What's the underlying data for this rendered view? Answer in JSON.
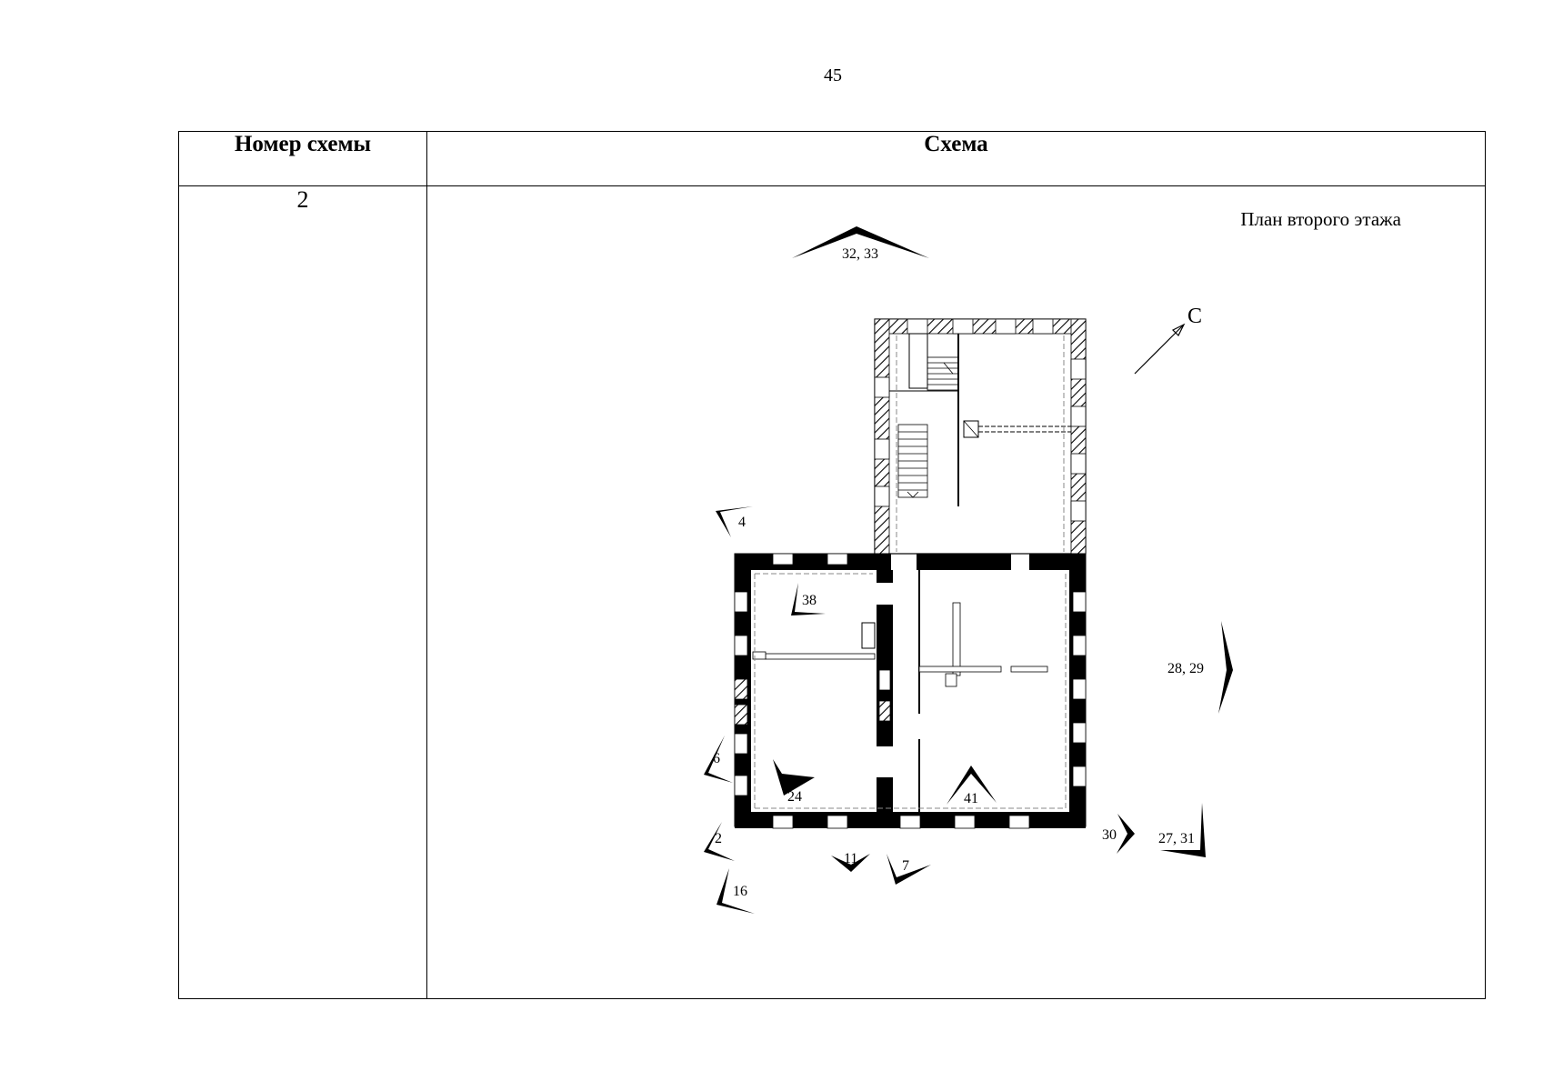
{
  "page_number": "45",
  "table": {
    "col_number_header": "Номер схемы",
    "col_scheme_header": "Схема",
    "scheme_number": "2",
    "plan_title": "План второго этажа",
    "north_label": "С",
    "view_markers": [
      "32, 33",
      "4",
      "38",
      "28, 29",
      "6",
      "24",
      "41",
      "2",
      "11",
      "7",
      "30",
      "27, 31",
      "16"
    ]
  }
}
